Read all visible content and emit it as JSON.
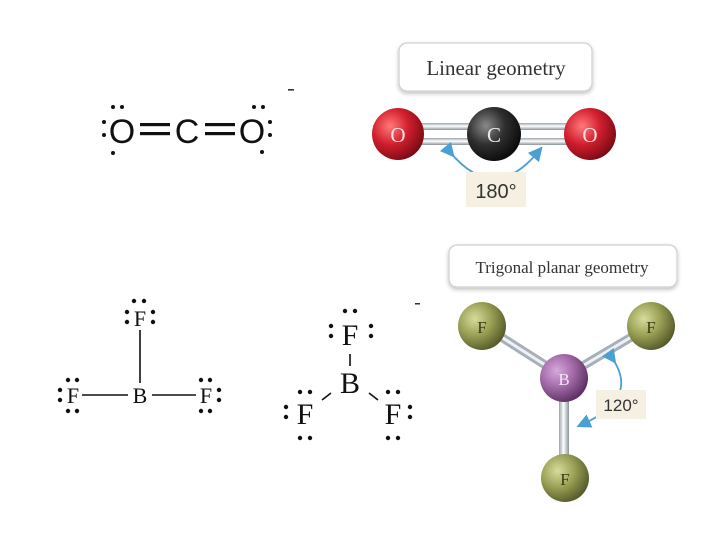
{
  "co2": {
    "lewis": {
      "left_o": "O",
      "center_c": "C",
      "right_o": "O"
    },
    "model": {
      "title": "Linear geometry",
      "left_atom": "O",
      "center_atom": "C",
      "right_atom": "O",
      "angle": "180°"
    }
  },
  "bf3": {
    "lewis_simple": {
      "top_f": "F",
      "left_f": "F",
      "center_b": "B",
      "right_f": "F"
    },
    "lewis_angled": {
      "top_f": "F",
      "center_b": "B",
      "left_f": "F",
      "right_f": "F"
    },
    "model": {
      "title": "Trigonal planar geometry",
      "top_left_atom": "F",
      "top_right_atom": "F",
      "center_atom": "B",
      "bottom_atom": "F",
      "angle": "120°"
    }
  },
  "colors": {
    "oxygen": "#d11f2e",
    "carbon": "#2a2a2a",
    "boron": "#a26aa8",
    "fluorine": "#9aa054",
    "label_box_bg": "#f6f0e2",
    "angle_arrow": "#4aa0d2"
  }
}
